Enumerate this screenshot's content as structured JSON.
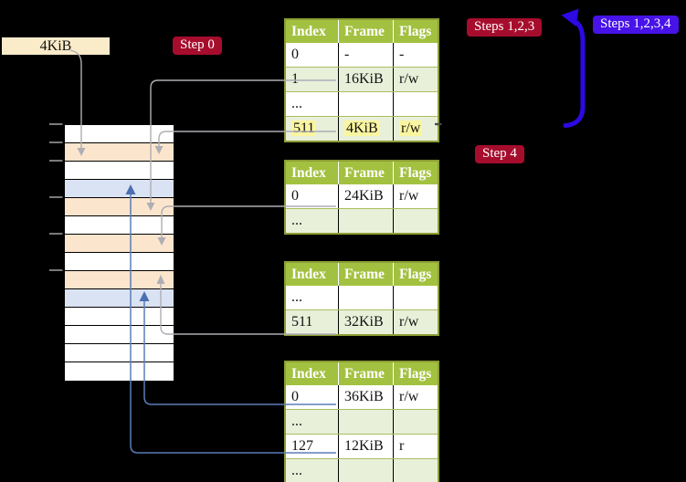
{
  "page_size_label": {
    "text": "4KiB",
    "bg": "#faebc9"
  },
  "badges": {
    "step0": {
      "label": "Step 0",
      "bg": "#a60d2d"
    },
    "steps123": {
      "label": "Steps 1,2,3",
      "bg": "#a60d2d"
    },
    "steps1234": {
      "label": "Steps 1,2,3,4",
      "bg": "#4713e8"
    },
    "step4": {
      "label": "Step 4",
      "bg": "#a60d2d"
    }
  },
  "table_headers": [
    "Index",
    "Frame",
    "Flags"
  ],
  "page_tables": [
    {
      "name": "table-1",
      "rows": [
        {
          "index": "0",
          "frame": "-",
          "flags": "-",
          "shaded": false,
          "highlighted": false
        },
        {
          "index": "1",
          "frame": "16KiB",
          "flags": "r/w",
          "shaded": true,
          "highlighted": false
        },
        {
          "index": "...",
          "frame": "",
          "flags": "",
          "shaded": false,
          "highlighted": false
        },
        {
          "index": "511",
          "frame": "4KiB",
          "flags": "r/w",
          "shaded": true,
          "highlighted": true
        }
      ]
    },
    {
      "name": "table-2",
      "rows": [
        {
          "index": "0",
          "frame": "24KiB",
          "flags": "r/w",
          "shaded": false,
          "highlighted": false
        },
        {
          "index": "...",
          "frame": "",
          "flags": "",
          "shaded": true,
          "highlighted": false
        }
      ]
    },
    {
      "name": "table-3",
      "rows": [
        {
          "index": "...",
          "frame": "",
          "flags": "",
          "shaded": false,
          "highlighted": false
        },
        {
          "index": "511",
          "frame": "32KiB",
          "flags": "r/w",
          "shaded": true,
          "highlighted": false
        }
      ]
    },
    {
      "name": "table-4",
      "rows": [
        {
          "index": "0",
          "frame": "36KiB",
          "flags": "r/w",
          "shaded": false,
          "highlighted": false
        },
        {
          "index": "...",
          "frame": "",
          "flags": "",
          "shaded": true,
          "highlighted": false
        },
        {
          "index": "127",
          "frame": "12KiB",
          "flags": "r",
          "shaded": false,
          "highlighted": false
        },
        {
          "index": "...",
          "frame": "",
          "flags": "",
          "shaded": true,
          "highlighted": false
        }
      ]
    }
  ],
  "memory_strip": {
    "rows": [
      "white",
      "orange",
      "white",
      "blue",
      "orange",
      "white",
      "orange",
      "white",
      "orange",
      "blue",
      "white",
      "white",
      "white",
      "white"
    ],
    "colors": {
      "white": "#ffffff",
      "orange": "#fce5cd",
      "blue": "#dae3f3"
    },
    "tick_count": 6
  },
  "connectors": [
    {
      "from": "label-4KiB",
      "to": "memory-row-1",
      "color": "gray"
    },
    {
      "from": "table-1-row-1",
      "to": "memory-row-4",
      "color": "gray"
    },
    {
      "from": "table-1-row-511",
      "to": "memory-row-1",
      "color": "gray"
    },
    {
      "from": "table-2-row-0",
      "to": "memory-row-6",
      "color": "gray"
    },
    {
      "from": "table-3-row-511",
      "to": "memory-row-8",
      "color": "gray"
    },
    {
      "from": "table-4-row-0",
      "to": "memory-row-9",
      "color": "blue"
    },
    {
      "from": "table-4-row-127",
      "to": "memory-row-3",
      "color": "blue"
    },
    {
      "from": "table-1-row-511",
      "to": "steps-1-2-3-4-bracket",
      "color": "blue-violet"
    }
  ],
  "colors": {
    "background": "#000000",
    "table_header_bg": "#a3c140",
    "table_row_shaded": "#e9f0da",
    "table_border": "#8c9e35",
    "row_highlight": "#faf5a0",
    "strip_orange": "#fce5cd",
    "strip_blue": "#dae3f3",
    "connector_gray": "#aeaeb4",
    "connector_blue": "#5b7db8",
    "bracket_blue": "#2d09e3",
    "badge_red": "#a60d2d",
    "badge_blue": "#4713e8",
    "label_bg": "#faebc9"
  }
}
